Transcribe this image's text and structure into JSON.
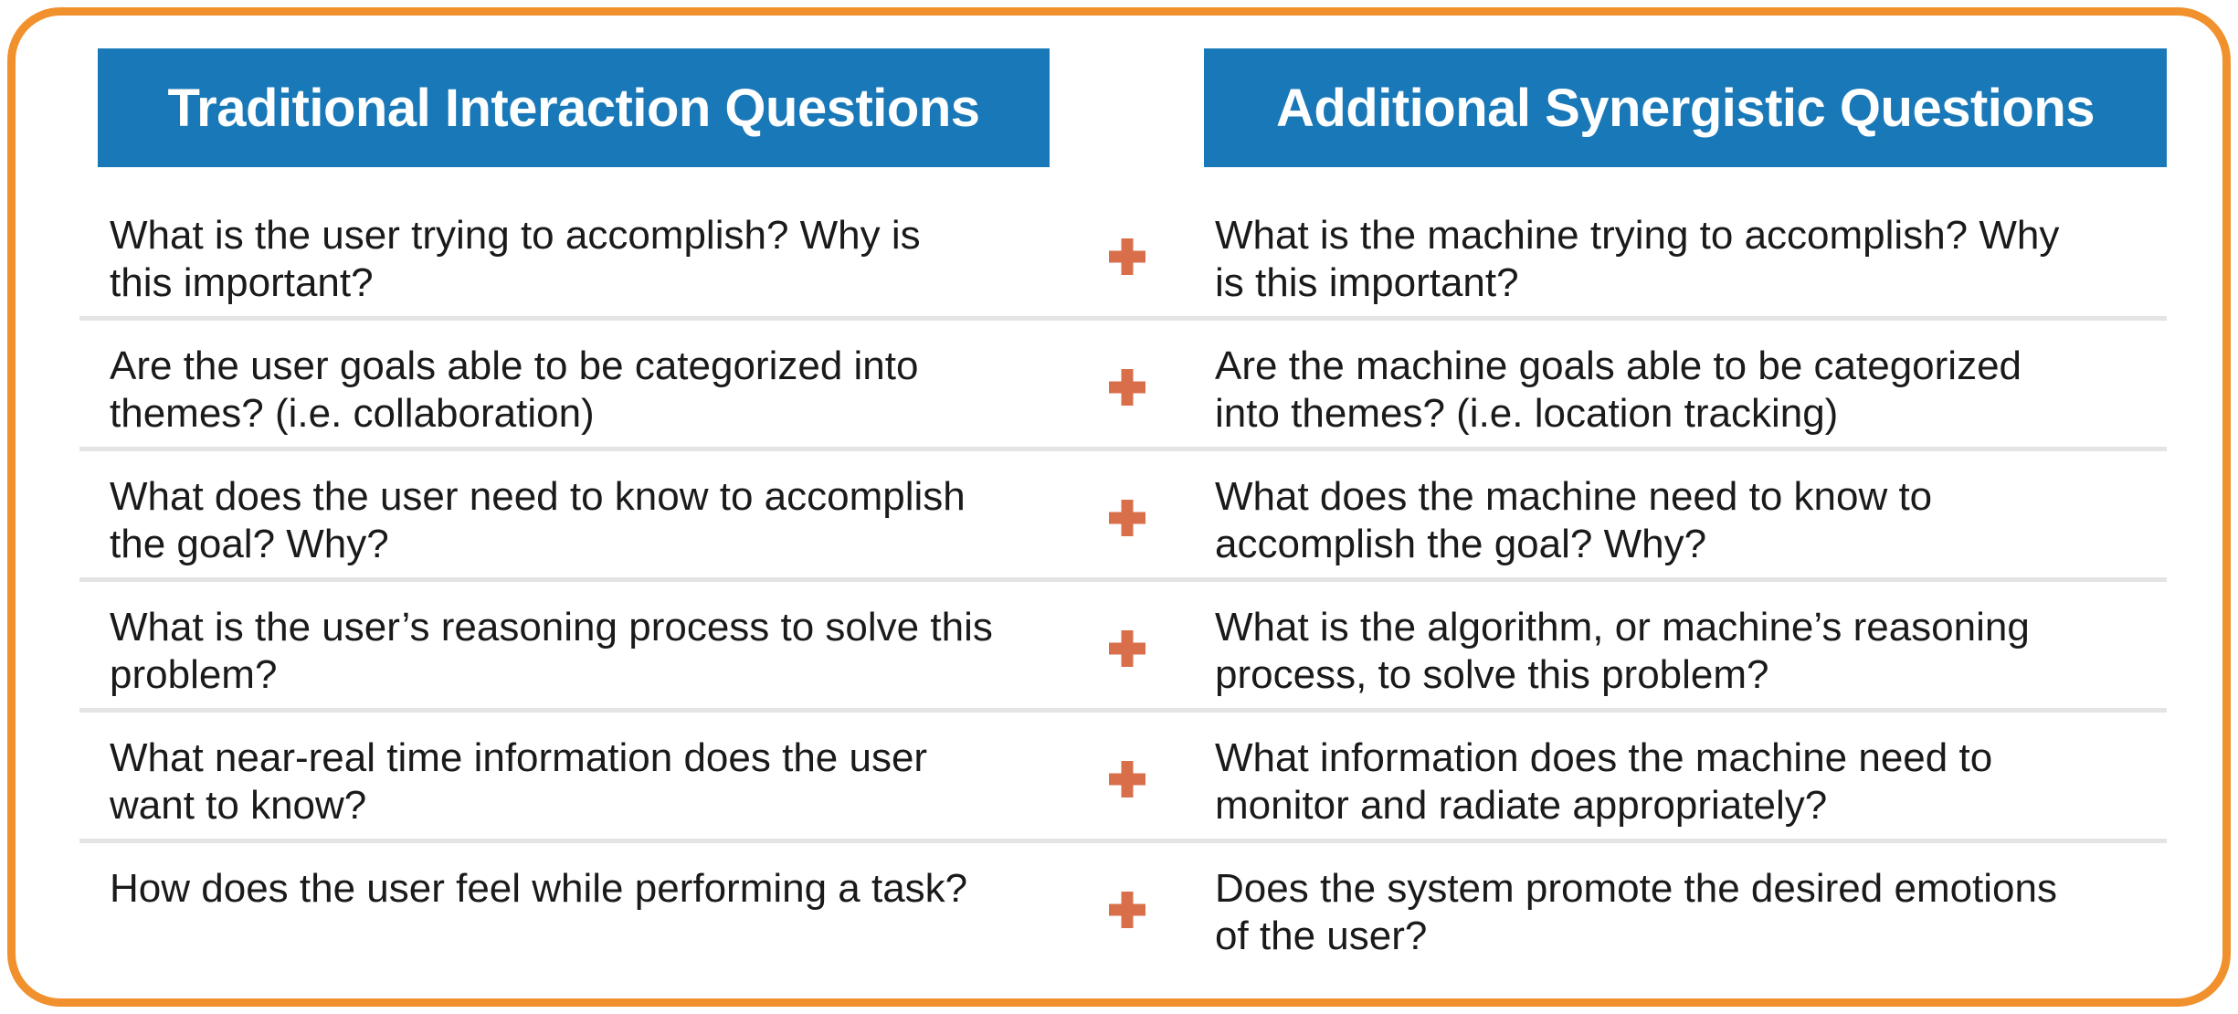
{
  "colors": {
    "header_bg": "#1878B8",
    "header_text": "#FFFFFF",
    "body_text": "#1A1A1A",
    "plus": "#D96E4B",
    "divider": "#E4E4E4",
    "border_color": "#F0912D",
    "page_bg": "#FFFFFF"
  },
  "icons": {
    "row_connector": "plus-icon"
  },
  "headers": {
    "traditional": "Traditional Interaction Questions",
    "synergistic": "Additional Synergistic Questions"
  },
  "rows": [
    {
      "traditional": "What is the user trying to accomplish? Why is\nthis important?",
      "synergistic": "What is the machine trying to accomplish? Why\nis this important?"
    },
    {
      "traditional": "Are the user goals able to be categorized into\nthemes? (i.e. collaboration)",
      "synergistic": "Are the machine goals able to be categorized\ninto themes? (i.e. location tracking)"
    },
    {
      "traditional": "What does the user need to know to accomplish\nthe goal? Why?",
      "synergistic": "What does the machine need to know to\naccomplish the goal? Why?"
    },
    {
      "traditional": "What is the user’s reasoning process to solve this\nproblem?",
      "synergistic": "What is the algorithm, or machine’s reasoning\nprocess, to solve this problem?"
    },
    {
      "traditional": "What near-real time information does the user\nwant to know?",
      "synergistic": "What information does the machine need to\nmonitor and radiate appropriately?"
    },
    {
      "traditional": "How does the user feel while performing a task?",
      "synergistic": "Does the system promote the desired emotions\nof the user?"
    }
  ]
}
